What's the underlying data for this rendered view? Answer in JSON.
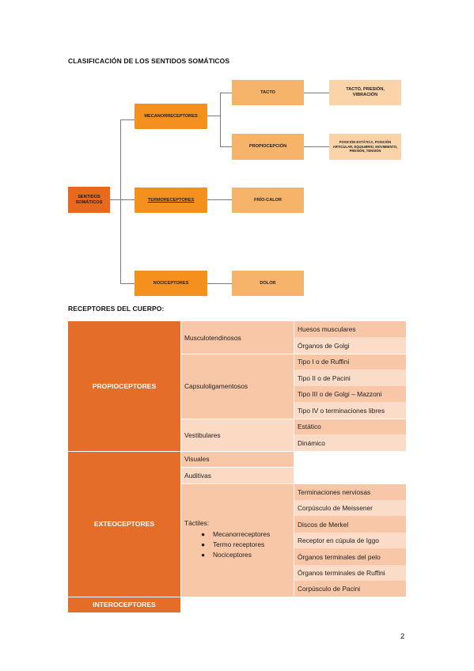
{
  "section1_title": "CLASIFICACIÓN DE LOS SENTIDOS SOMÁTICOS",
  "diagram": {
    "root": "SENTIDOS SOMÁTICOS",
    "mecano": "MECANORRECEPTORES",
    "termo": "TERMORECEPTORES",
    "noci": "NOCICEPTORES",
    "tacto": "TACTO",
    "propio": "PROPIOCEPCIÓN",
    "frio": "FRÍO-CALOR",
    "dolor": "DOLOR",
    "tacto_detail": "TACTO, PRESIÓN, VIBRACIÓN",
    "propio_detail": "POSICIÓN ESTÁTICA, POSICIÓN ARTICULAR, EQUILIBRIO, MOVIMIENTO, PRESIÓN, TENSIÓN"
  },
  "section2_title": "RECEPTORES DEL CUERPO:",
  "table": {
    "propioceptores": "PROPIOCEPTORES",
    "exteroceptores": "EXTEOCEPTORES",
    "interoceptores": "INTEROCEPTORES",
    "musculotendinosos": "Musculotendinosos",
    "capsuloligamentosos": "Capsuloligamentosos",
    "vestibulares": "Vestibulares",
    "visuales": "Visuales",
    "auditivas": "Auditivas",
    "tactiles": "Táctiles:",
    "tactiles_list": [
      "Mecanorreceptores",
      "Termo receptores",
      "Nociceptores"
    ],
    "musculo_items": [
      "Huesos musculares",
      "Órganos de Golgi"
    ],
    "capsulo_items": [
      "Tipo I o de Ruffini",
      "Tipo II o de Pacini",
      "Tipo III o de Golgi – Mazzoni",
      "Tipo IV o terminaciones libres"
    ],
    "vestib_items": [
      "Estático",
      "Dinámico"
    ],
    "tactil_items": [
      "Terminaciones nerviosas",
      "Corpúsculo de Meissener",
      "Discos de Merkel",
      "Receptor en cúpula de Iggo",
      "Órganos terminales del pelo",
      "Órganos terminales de Ruffini",
      "Corpúsculo de Pacini"
    ]
  },
  "page_number": "2",
  "colors": {
    "root": "#e8681e",
    "level1": "#f4901e",
    "level2": "#f6b36a",
    "level3": "#fbd3a8",
    "table_group": "#e56d2a",
    "table_dark": "#f8c7a8",
    "table_light": "#fbdcc8"
  }
}
